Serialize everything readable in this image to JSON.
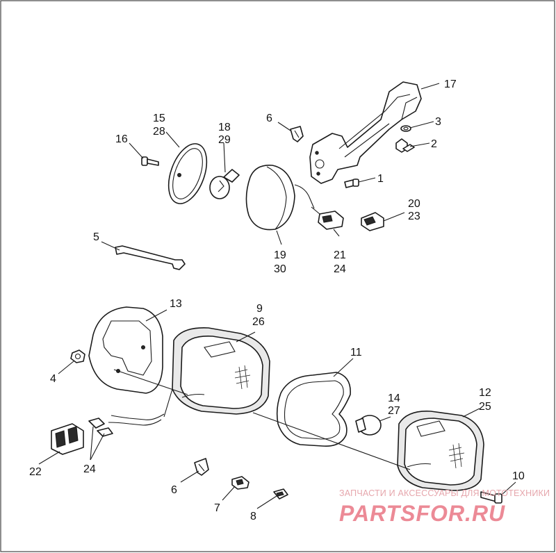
{
  "labels": {
    "p1": "1",
    "p2": "2",
    "p3": "3",
    "p4": "4",
    "p5": "5",
    "p6a": "6",
    "p6b": "6",
    "p7": "7",
    "p8": "8",
    "p9": "9",
    "p26": "26",
    "p10": "10",
    "p11": "11",
    "p12": "12",
    "p25": "25",
    "p13": "13",
    "p14": "14",
    "p27": "27",
    "p15": "15",
    "p28": "28",
    "p16": "16",
    "p17": "17",
    "p18": "18",
    "p29": "29",
    "p19": "19",
    "p30": "30",
    "p20": "20",
    "p23": "23",
    "p21": "21",
    "p24a": "24",
    "p22": "22",
    "p24b": "24"
  },
  "watermark": {
    "caption": "ЗАПЧАСТИ И АКСЕССУАРЫ ДЛЯ МОТОТЕХНИКИ",
    "logo": "PARTSFOR.RU"
  }
}
